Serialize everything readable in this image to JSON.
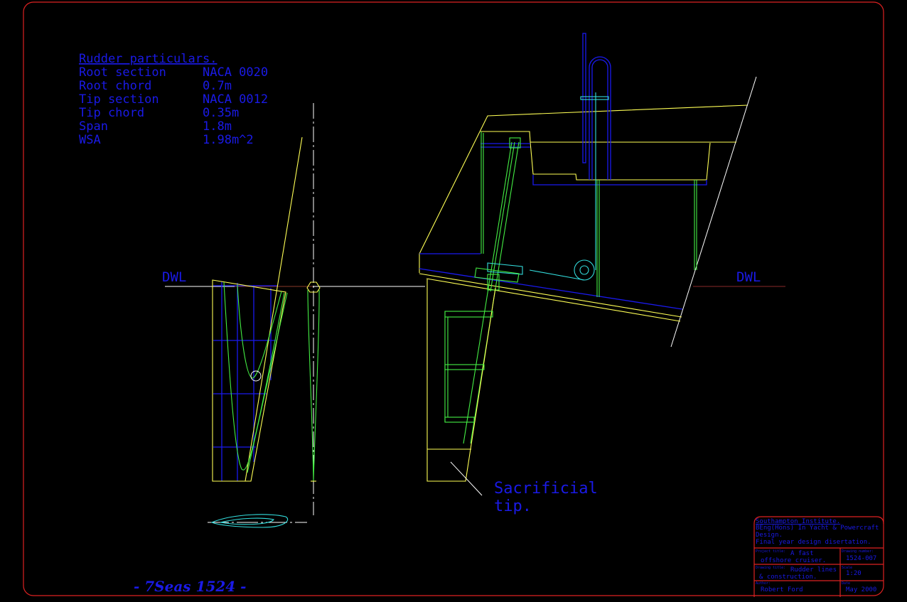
{
  "particulars": {
    "heading": "Rudder particulars.",
    "rows": [
      {
        "label": "Root section",
        "value": "NACA 0020"
      },
      {
        "label": "Root chord",
        "value": "0.7m"
      },
      {
        "label": "Tip section",
        "value": "NACA 0012"
      },
      {
        "label": "Tip chord",
        "value": "0.35m"
      },
      {
        "label": "Span",
        "value": "1.8m"
      },
      {
        "label": "WSA",
        "value": "1.98m^2"
      }
    ]
  },
  "labels": {
    "dwl_left": "DWL",
    "dwl_right": "DWL",
    "sacrificial_line1": "Sacrificial",
    "sacrificial_line2": "tip."
  },
  "logo_text": "- 7Seas 1524 -",
  "title_block": {
    "institution": "Southampton Institute.",
    "course_line1": "BEng(Hons) In Yacht & Powercraft",
    "course_line2": "Design.",
    "course_line3": "Final year design disertation.",
    "project_title_label": "Project title:",
    "project_title_line1": "A fast",
    "project_title_line2": "offshore cruiser.",
    "drawing_number_label": "Drawing number:",
    "drawing_number": "1524-007",
    "drawing_title_label": "Drawing title:",
    "drawing_title_line1": "Rudder lines",
    "drawing_title_line2": "& construction.",
    "scale_label": "Scale",
    "scale": "1:20",
    "author_label": "Author:",
    "author": "Robert Ford",
    "date_label": "Date",
    "date": "May 2000"
  },
  "colors": {
    "background": "#000000",
    "border": "#dd2222",
    "text": "#1a1ae6"
  }
}
